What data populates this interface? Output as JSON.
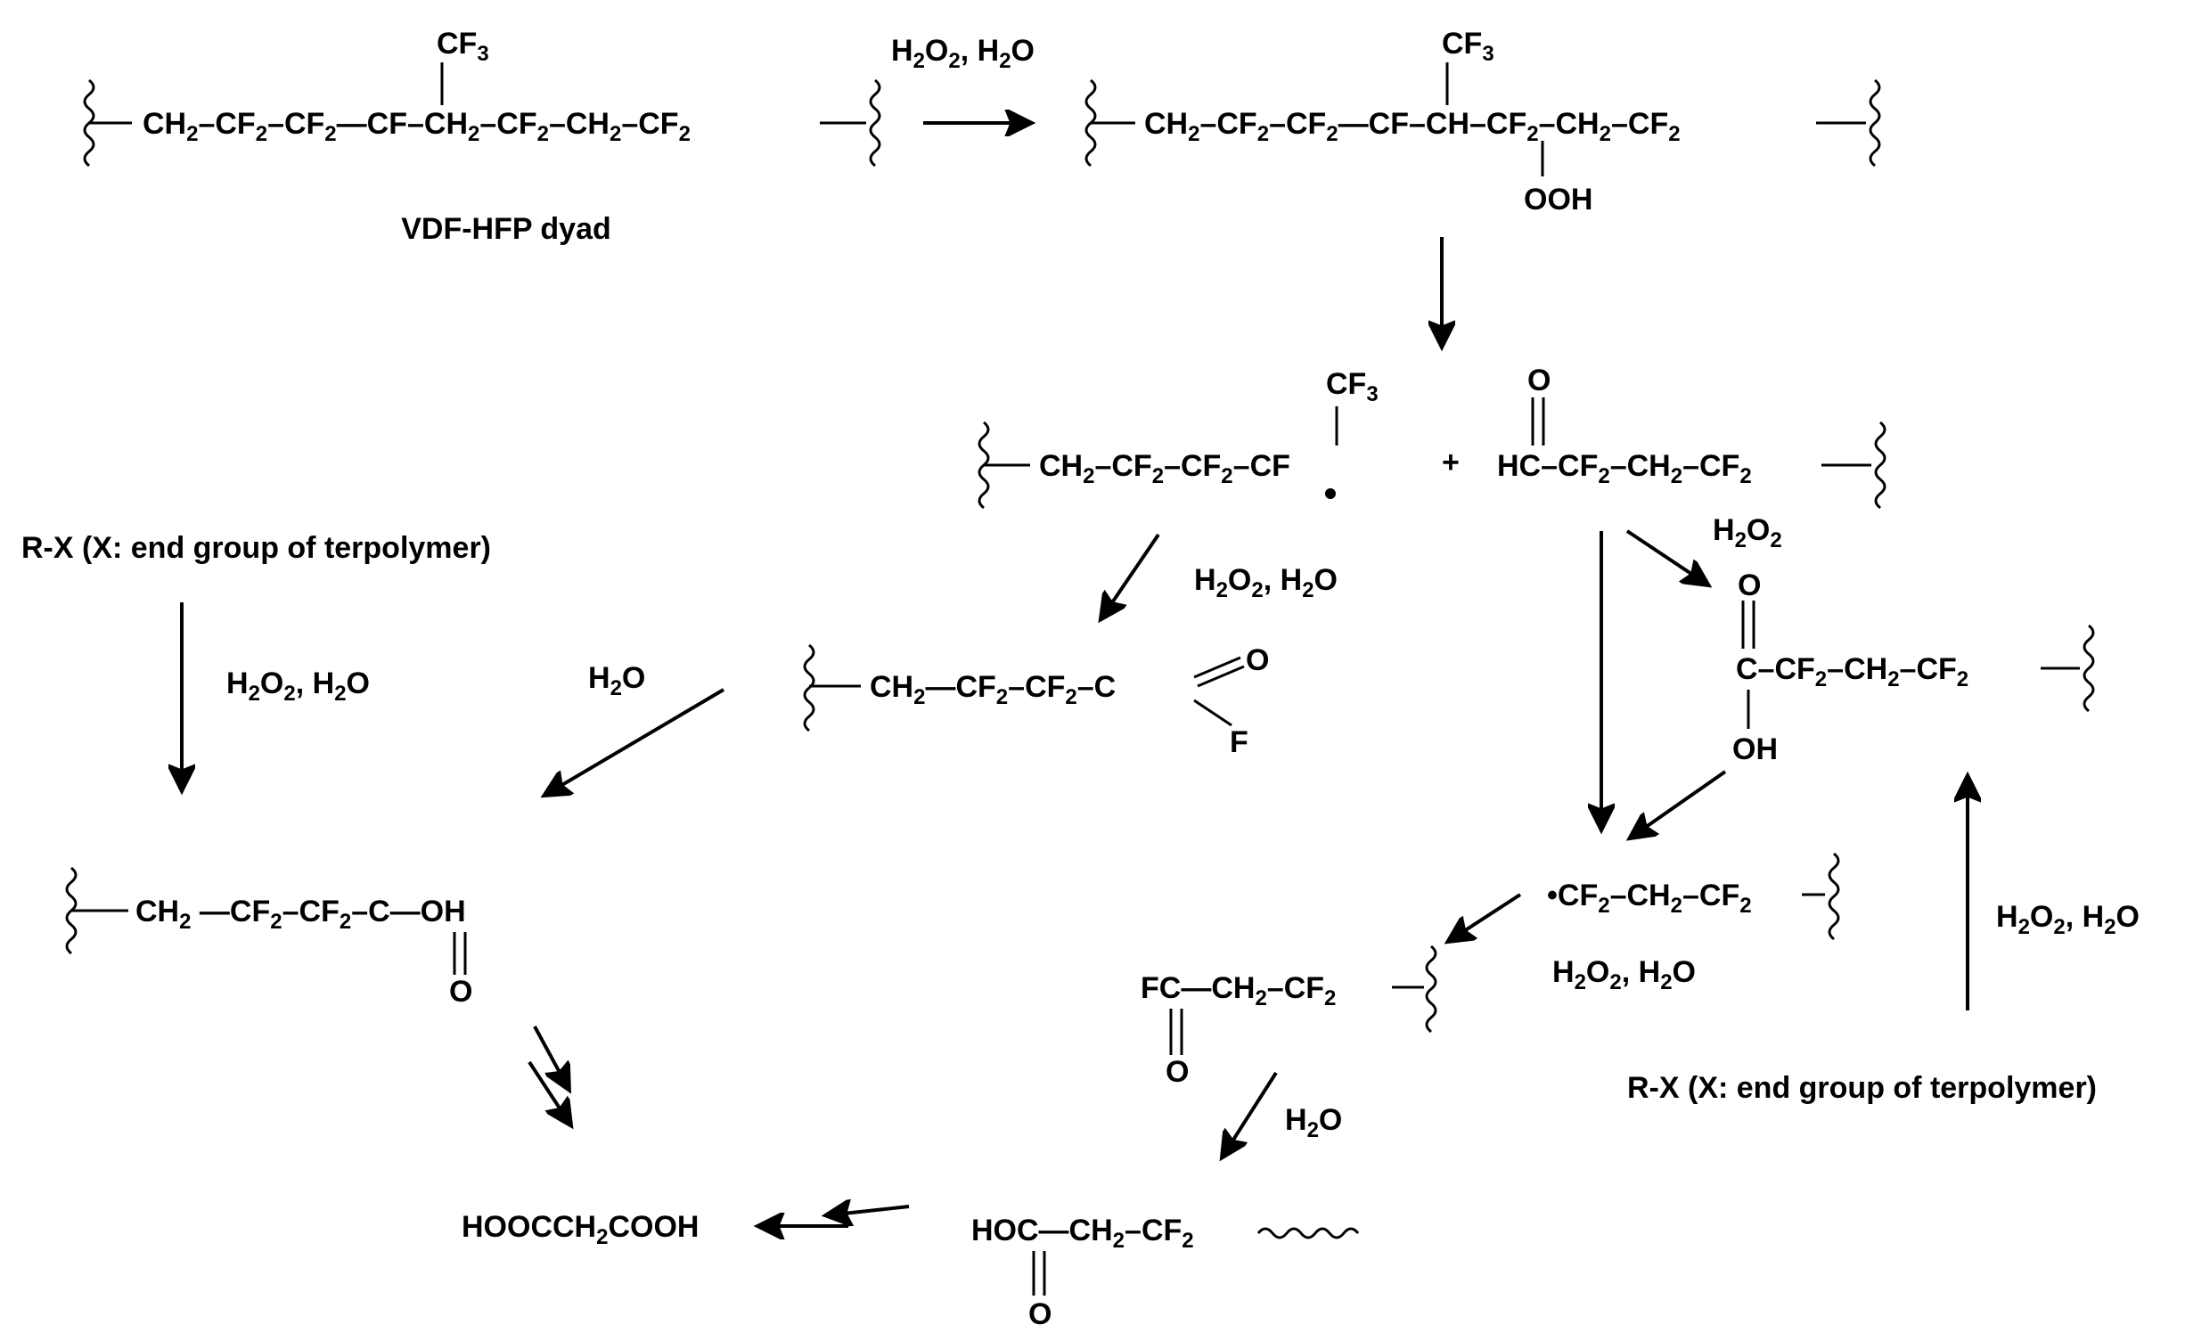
{
  "colors": {
    "ink": "#000000",
    "background": "#ffffff"
  },
  "labels": {
    "dyad": "VDF-HFP dyad",
    "rx_left": "R-X (X: end group of terpolymer)",
    "rx_right": "R-X (X: end group of terpolymer)"
  },
  "reagents": {
    "arrow1": [
      "H",
      "2",
      "O",
      "2",
      ", H",
      "2",
      "O"
    ],
    "arrow_a": [
      "H",
      "2",
      "O",
      "2",
      ", H",
      "2",
      "O"
    ],
    "arrow_b": [
      "H",
      "2",
      "O",
      "2"
    ],
    "arrow_rx_left": [
      "H",
      "2",
      "O",
      "2",
      ", H",
      "2",
      "O"
    ],
    "arrow_h2o_top": [
      "H",
      "2",
      "O"
    ],
    "arrow_radical": [
      "H",
      "2",
      "O",
      "2",
      ", H",
      "2",
      "O"
    ],
    "arrow_rx_right": [
      "H",
      "2",
      "O",
      "2",
      ", H",
      "2",
      "O"
    ],
    "arrow_h2o_bottom": [
      "H",
      "2",
      "O"
    ]
  },
  "structures": {
    "s1": {
      "chain": [
        "CH",
        "2",
        "–CF",
        "2",
        "–CF",
        "2",
        "—CF–CH",
        "2",
        "–CF",
        "2",
        "–CH",
        "2",
        "–CF",
        "2"
      ],
      "top": [
        "CF",
        "3"
      ]
    },
    "s2": {
      "chain": [
        "CH",
        "2",
        "–CF",
        "2",
        "–CF",
        "2",
        "—CF–CH–CF",
        "2",
        "–CH",
        "2",
        "–CF",
        "2"
      ],
      "top": [
        "CF",
        "3"
      ],
      "bottom": "OOH"
    },
    "s3": {
      "chain": [
        "CH",
        "2",
        "–CF",
        "2",
        "–CF",
        "2",
        "–CF"
      ],
      "top": [
        "CF",
        "3"
      ]
    },
    "plus": "+",
    "s4": {
      "chain": [
        "HC–CF",
        "2",
        "–CH",
        "2",
        "–CF",
        "2"
      ],
      "top": "O"
    },
    "s5": {
      "chain": [
        "CH",
        "2",
        "—CF",
        "2",
        "–CF",
        "2",
        "–C"
      ],
      "o": "O",
      "f": "F"
    },
    "s6": {
      "chain": [
        "C–CF",
        "2",
        "–CH",
        "2",
        "–CF",
        "2"
      ],
      "o": "O",
      "oh": "OH"
    },
    "s7": {
      "chain": [
        "CH",
        "2",
        "  —CF",
        "2",
        "–CF",
        "2",
        "–C—OH"
      ],
      "o": "O"
    },
    "s8": {
      "chain": [
        "•CF",
        "2",
        "–CH",
        "2",
        "–CF",
        "2"
      ]
    },
    "s9": {
      "chain": [
        "FC—CH",
        "2",
        "–CF",
        "2"
      ],
      "o": "O"
    },
    "s10": {
      "chain": [
        "HOC—CH",
        "2",
        "–CF",
        "2"
      ],
      "o": "O"
    },
    "s11": {
      "chain": [
        "HOOCCH",
        "2",
        "COOH"
      ]
    }
  }
}
